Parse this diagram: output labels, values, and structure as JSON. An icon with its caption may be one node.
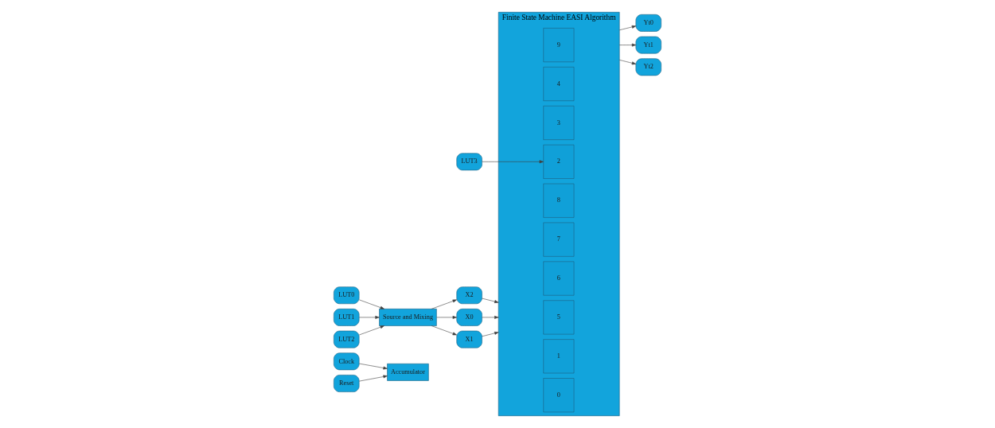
{
  "diagram": {
    "nodes": [
      {
        "text": [
          "Clock"
        ]
      },
      {
        "text": [
          "Reset"
        ]
      },
      {
        "text": [
          "Accumulator"
        ]
      },
      {
        "text": [
          "Source and Mixing"
        ]
      },
      {
        "text": [
          "X0"
        ]
      },
      {
        "text": [
          "X1"
        ]
      },
      {
        "text": [
          "X2"
        ]
      },
      {
        "text": [
          "Yt0"
        ]
      },
      {
        "text": [
          "Yt1"
        ]
      },
      {
        "text": [
          "Yt2"
        ]
      },
      {
        "text": [
          "LUT3"
        ]
      },
      {
        "text": [
          "Finite State Machine EASI Algorithm"
        ]
      },
      {
        "text": [
          "0"
        ],
        "in": 11
      },
      {
        "text": [
          "1"
        ],
        "in": 11
      },
      {
        "text": [
          "2"
        ],
        "in": 11
      },
      {
        "text": [
          "3"
        ],
        "in": 11
      },
      {
        "text": [
          "4"
        ],
        "in": 11
      },
      {
        "text": [
          "5"
        ],
        "in": 11
      },
      {
        "text": [
          "6"
        ],
        "in": 11
      },
      {
        "text": [
          "7"
        ],
        "in": 11
      },
      {
        "text": [
          "8"
        ],
        "in": 11
      },
      {
        "text": [
          "9"
        ],
        "in": 11
      },
      {
        "text": [
          "LUT0"
        ]
      },
      {
        "text": [
          "LUT1"
        ]
      },
      {
        "text": [
          "LUT2"
        ]
      }
    ],
    "edges": [
      {
        "from": 0,
        "to": 2,
        "arrow": "to"
      },
      {
        "from": 1,
        "to": 2,
        "arrow": "to"
      },
      {
        "from": 3,
        "to": 4,
        "arrow": "to"
      },
      {
        "from": 3,
        "to": 5,
        "arrow": "to"
      },
      {
        "from": 3,
        "to": 6,
        "arrow": "to"
      },
      {
        "from": 4,
        "to": 11,
        "arrow": "to"
      },
      {
        "from": 5,
        "to": 11,
        "arrow": "to"
      },
      {
        "from": 6,
        "to": 11,
        "arrow": "to"
      },
      {
        "from": 10,
        "to": 14,
        "arrow": "to"
      },
      {
        "from": 11,
        "to": 7,
        "arrow": "to"
      },
      {
        "from": 11,
        "to": 8,
        "arrow": "to"
      },
      {
        "from": 11,
        "to": 9,
        "arrow": "to"
      },
      {
        "from": 22,
        "to": 3,
        "arrow": "to"
      },
      {
        "from": 23,
        "to": 3,
        "arrow": "to"
      },
      {
        "from": 24,
        "to": 3,
        "arrow": "to"
      }
    ]
  }
}
